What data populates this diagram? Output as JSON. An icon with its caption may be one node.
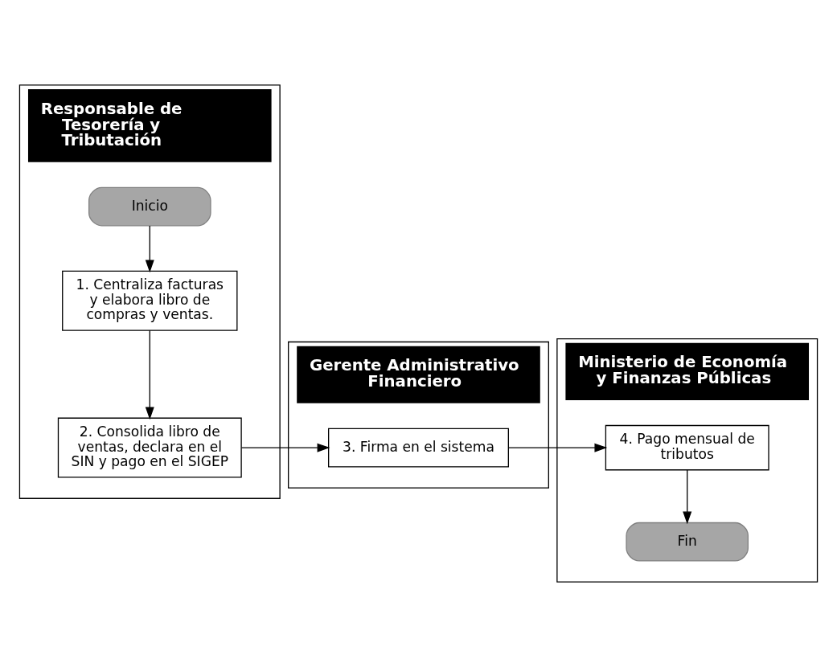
{
  "diagram": {
    "nodes": [
      {
        "text": [
          "Responsable de Tesorería y Tributación"
        ]
      },
      {
        "text": [
          "Inicio"
        ],
        "in": 0
      },
      {
        "text": [
          "1. Centraliza facturas y elabora libro de compras y ventas."
        ],
        "in": 0
      },
      {
        "text": [
          "2. Consolida libro de ventas, declara en el SIN y pago en el SIGEP"
        ],
        "in": 0
      },
      {
        "text": [
          "Gerente Administrativo Financiero"
        ]
      },
      {
        "text": [
          "3. Firma en el sistema"
        ],
        "in": 4
      },
      {
        "text": [
          "Ministerio de Economía y Finanzas Públicas"
        ]
      },
      {
        "text": [
          "4. Pago mensual de tributos"
        ],
        "in": 6
      },
      {
        "text": [
          "Fin"
        ],
        "in": 6
      }
    ],
    "edges": [
      {
        "from": 1,
        "to": 2,
        "arrow": "to"
      },
      {
        "from": 2,
        "to": 3,
        "arrow": "to"
      },
      {
        "from": 3,
        "to": 5,
        "arrow": "to"
      },
      {
        "from": 5,
        "to": 7,
        "arrow": "to"
      },
      {
        "from": 7,
        "to": 8,
        "arrow": "to"
      }
    ]
  }
}
